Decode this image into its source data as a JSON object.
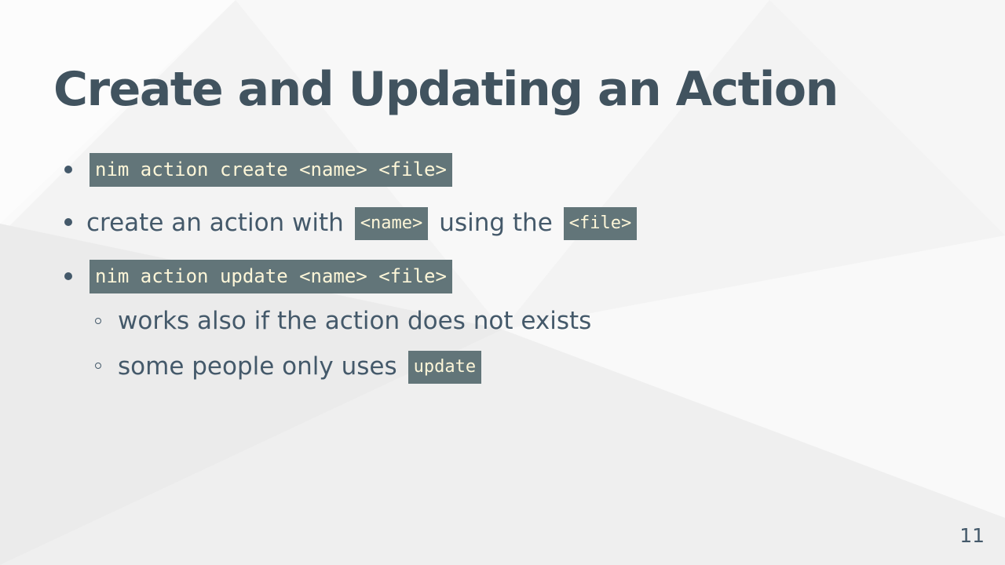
{
  "slide": {
    "title": "Create and Updating an Action",
    "items": [
      {
        "code": "nim action create <name> <file>"
      },
      {
        "text_before": "create an action with",
        "code_name": "<name>",
        "text_mid": "using the",
        "code_file": "<file>"
      },
      {
        "code": "nim action update <name> <file>"
      }
    ],
    "subitems": [
      {
        "text": "works also if the action does not exists"
      },
      {
        "text": "some people only uses",
        "code": "update"
      }
    ],
    "page_number": "11"
  },
  "theme": {
    "text_color": "#44596a",
    "code_bg": "#627579",
    "code_fg": "#fdf6d8"
  }
}
